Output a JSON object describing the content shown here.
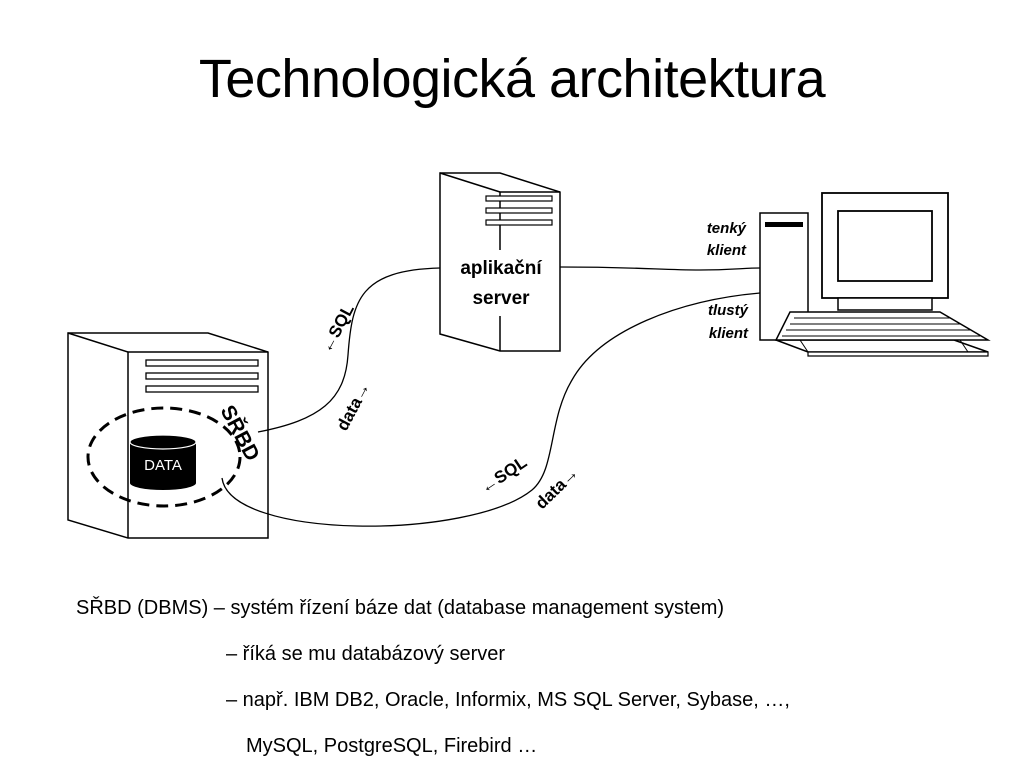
{
  "title": "Technologická architektura",
  "diagram": {
    "app_server_label_1": "aplikační",
    "app_server_label_2": "server",
    "client_thin_1": "tenký",
    "client_thin_2": "klient",
    "client_thick_1": "tlustý",
    "client_thick_2": "klient",
    "db_server_tag": "SŘBD",
    "data_label": "DATA",
    "sql_upper": "←SQL",
    "data_upper": "data→",
    "sql_lower": "←SQL",
    "data_lower": "data→"
  },
  "notes": {
    "line1": "SŘBD (DBMS) – systém řízení báze dat (database management system)",
    "line2": "– říká se mu databázový server",
    "line3": "– např. IBM DB2, Oracle, Informix, MS SQL Server, Sybase, …,",
    "line4": "MySQL, PostgreSQL, Firebird …"
  }
}
